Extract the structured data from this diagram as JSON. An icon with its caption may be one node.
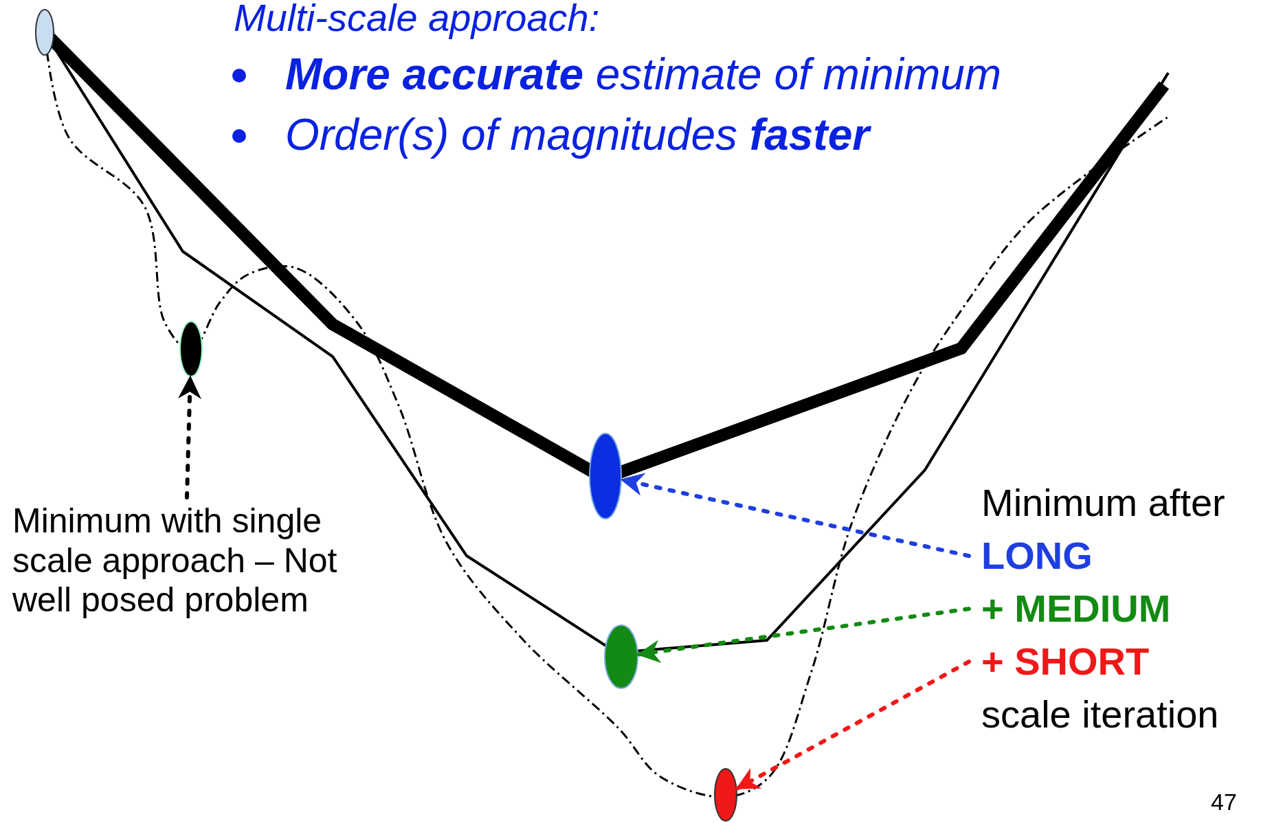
{
  "diagram": {
    "title": "Multi-scale approach:",
    "nodes": [
      {
        "text": [
          "Minimum with single scale approach – Not well posed problem"
        ]
      },
      {
        "text": [],
        "shape": "circle"
      },
      {
        "text": [
          "LONG"
        ]
      },
      {
        "text": [
          "+ MEDIUM"
        ]
      },
      {
        "text": [
          "+ SHORT"
        ]
      },
      {
        "text": [],
        "shape": "circle"
      },
      {
        "text": [],
        "shape": "circle"
      },
      {
        "text": [],
        "shape": "circle"
      },
      {
        "text": [],
        "shape": "circle"
      }
    ],
    "edges": [
      {
        "from": 0,
        "to": 1,
        "arrow": "to",
        "style": "dashed",
        "color": "#000000"
      },
      {
        "from": 2,
        "to": 5,
        "arrow": "to",
        "style": "dashed",
        "color": "#1f3fe0"
      },
      {
        "from": 3,
        "to": 6,
        "arrow": "to",
        "style": "dashed",
        "color": "#138a13"
      },
      {
        "from": 4,
        "to": 7,
        "arrow": "to",
        "style": "dashed",
        "color": "#f01818"
      }
    ],
    "labels": [
      "**More accurate** estimate of minimum",
      "Order(s) of magnitudes **faster**",
      "Minimum after",
      "scale iteration",
      "47"
    ]
  }
}
